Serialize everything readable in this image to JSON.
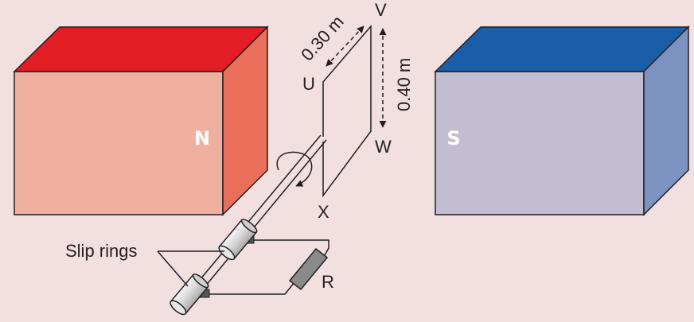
{
  "magnets": {
    "north": {
      "label": "N",
      "front_color": "#efb0a0",
      "top_color": "#e21d24",
      "side_color": "#ea6f5b"
    },
    "south": {
      "label": "S",
      "front_color": "#c2bdd1",
      "top_color": "#1a5ea8",
      "side_color": "#7c92c0"
    }
  },
  "coil": {
    "corners": {
      "u": "U",
      "v": "V",
      "w": "W",
      "x": "X"
    },
    "dimensions": {
      "width": "0.30 m",
      "height": "0.40 m"
    }
  },
  "circuit": {
    "slip_rings_label": "Slip rings",
    "resistor_label": "R"
  }
}
